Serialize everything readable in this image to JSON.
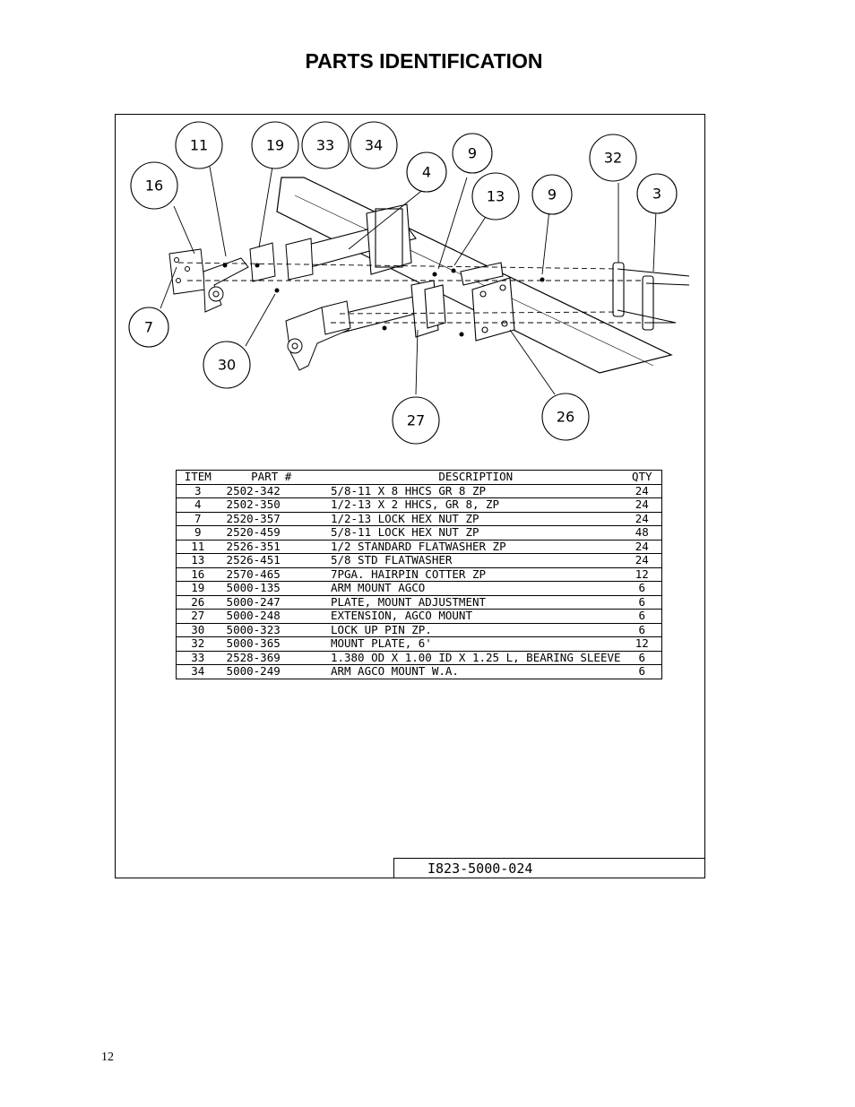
{
  "page": {
    "title": "PARTS IDENTIFICATION",
    "page_number": "12"
  },
  "drawing": {
    "callouts": [
      "11",
      "19",
      "33",
      "34",
      "16",
      "4",
      "9",
      "13",
      "9",
      "32",
      "3",
      "7",
      "30",
      "27",
      "26"
    ],
    "drawing_number": "I823-5000-024"
  },
  "table": {
    "headers": [
      "ITEM",
      "PART #",
      "DESCRIPTION",
      "QTY"
    ],
    "rows": [
      {
        "item": "3",
        "part": "2502-342",
        "desc": "5/8-11 X 8 HHCS GR 8 ZP",
        "qty": "24"
      },
      {
        "item": "4",
        "part": "2502-350",
        "desc": "1/2-13 X 2 HHCS, GR 8, ZP",
        "qty": "24"
      },
      {
        "item": "7",
        "part": "2520-357",
        "desc": "1/2-13 LOCK HEX NUT ZP",
        "qty": "24"
      },
      {
        "item": "9",
        "part": "2520-459",
        "desc": "5/8-11 LOCK HEX NUT ZP",
        "qty": "48"
      },
      {
        "item": "11",
        "part": "2526-351",
        "desc": "1/2 STANDARD FLATWASHER ZP",
        "qty": "24"
      },
      {
        "item": "13",
        "part": "2526-451",
        "desc": "5/8 STD FLATWASHER",
        "qty": "24"
      },
      {
        "item": "16",
        "part": "2570-465",
        "desc": "7PGA. HAIRPIN COTTER ZP",
        "qty": "12"
      },
      {
        "item": "19",
        "part": "5000-135",
        "desc": "ARM MOUNT AGCO",
        "qty": "6"
      },
      {
        "item": "26",
        "part": "5000-247",
        "desc": "PLATE, MOUNT ADJUSTMENT",
        "qty": "6"
      },
      {
        "item": "27",
        "part": "5000-248",
        "desc": "EXTENSION, AGCO MOUNT",
        "qty": "6"
      },
      {
        "item": "30",
        "part": "5000-323",
        "desc": "LOCK UP PIN ZP.",
        "qty": "6"
      },
      {
        "item": "32",
        "part": "5000-365",
        "desc": "MOUNT PLATE, 6'",
        "qty": "12"
      },
      {
        "item": "33",
        "part": "2528-369",
        "desc": "1.380 OD X 1.00 ID X 1.25 L, BEARING SLEEVE",
        "qty": "6"
      },
      {
        "item": "34",
        "part": "5000-249",
        "desc": "ARM AGCO MOUNT W.A.",
        "qty": "6"
      }
    ]
  }
}
